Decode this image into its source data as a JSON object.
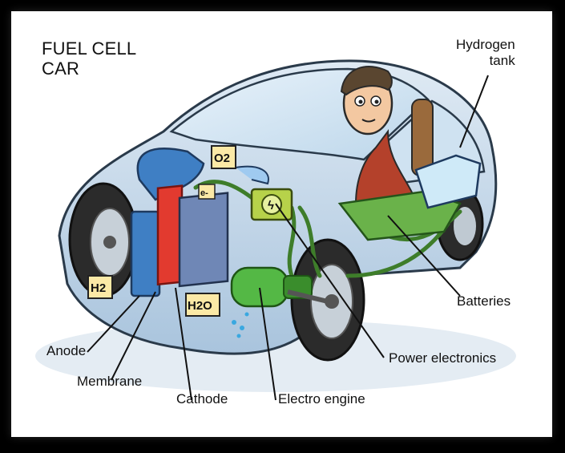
{
  "title": {
    "line1": "FUEL CELL",
    "line2": "CAR"
  },
  "labels": {
    "hydrogen_tank_line1": "Hydrogen",
    "hydrogen_tank_line2": "tank",
    "batteries": "Batteries",
    "power_electronics": "Power electronics",
    "electro_engine": "Electro engine",
    "cathode": "Cathode",
    "membrane": "Membrane",
    "anode": "Anode"
  },
  "chem_tags": {
    "oxygen": "O2",
    "electron": "e-",
    "hydrogen": "H2",
    "water": "H2O",
    "lightning": "ϟ"
  }
}
